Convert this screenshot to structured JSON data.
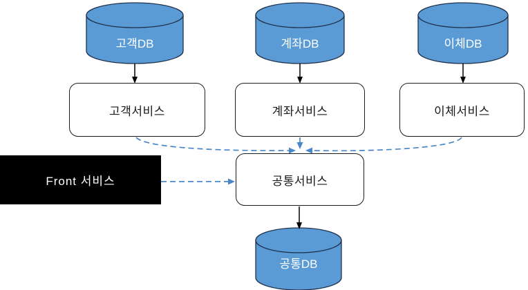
{
  "diagram": {
    "title": "service-architecture-diagram",
    "colors": {
      "db_fill": "#5b9bd5",
      "db_stroke": "#1f3864",
      "box_stroke": "#1a1a1a",
      "box_fill": "#ffffff",
      "front_fill": "#000000",
      "front_text": "#ffffff",
      "dashed_arrow": "#4a87c7",
      "solid_arrow": "#000000",
      "canvas": "#ffffff"
    },
    "databases": [
      {
        "id": "customer-db",
        "label": "고객DB"
      },
      {
        "id": "account-db",
        "label": "계좌DB"
      },
      {
        "id": "transfer-db",
        "label": "이체DB"
      },
      {
        "id": "common-db",
        "label": "공통DB"
      }
    ],
    "services": [
      {
        "id": "customer-service",
        "label": "고객서비스"
      },
      {
        "id": "account-service",
        "label": "계좌서비스"
      },
      {
        "id": "transfer-service",
        "label": "이체서비스"
      },
      {
        "id": "common-service",
        "label": "공통서비스"
      }
    ],
    "front": {
      "id": "front-service",
      "label": "Front 서비스"
    },
    "connectors": [
      {
        "id": "customer-db-to-service",
        "style": "solid",
        "direction": "down"
      },
      {
        "id": "account-db-to-service",
        "style": "solid",
        "direction": "down"
      },
      {
        "id": "transfer-db-to-service",
        "style": "solid",
        "direction": "down"
      },
      {
        "id": "customer-service-to-common",
        "style": "dashed",
        "direction": "curve-right-down"
      },
      {
        "id": "account-service-to-common",
        "style": "dashed",
        "direction": "down"
      },
      {
        "id": "transfer-service-to-common",
        "style": "dashed",
        "direction": "curve-left-down"
      },
      {
        "id": "front-to-common-service",
        "style": "dashed",
        "direction": "right"
      },
      {
        "id": "common-service-to-common-db",
        "style": "solid",
        "direction": "down"
      }
    ]
  }
}
